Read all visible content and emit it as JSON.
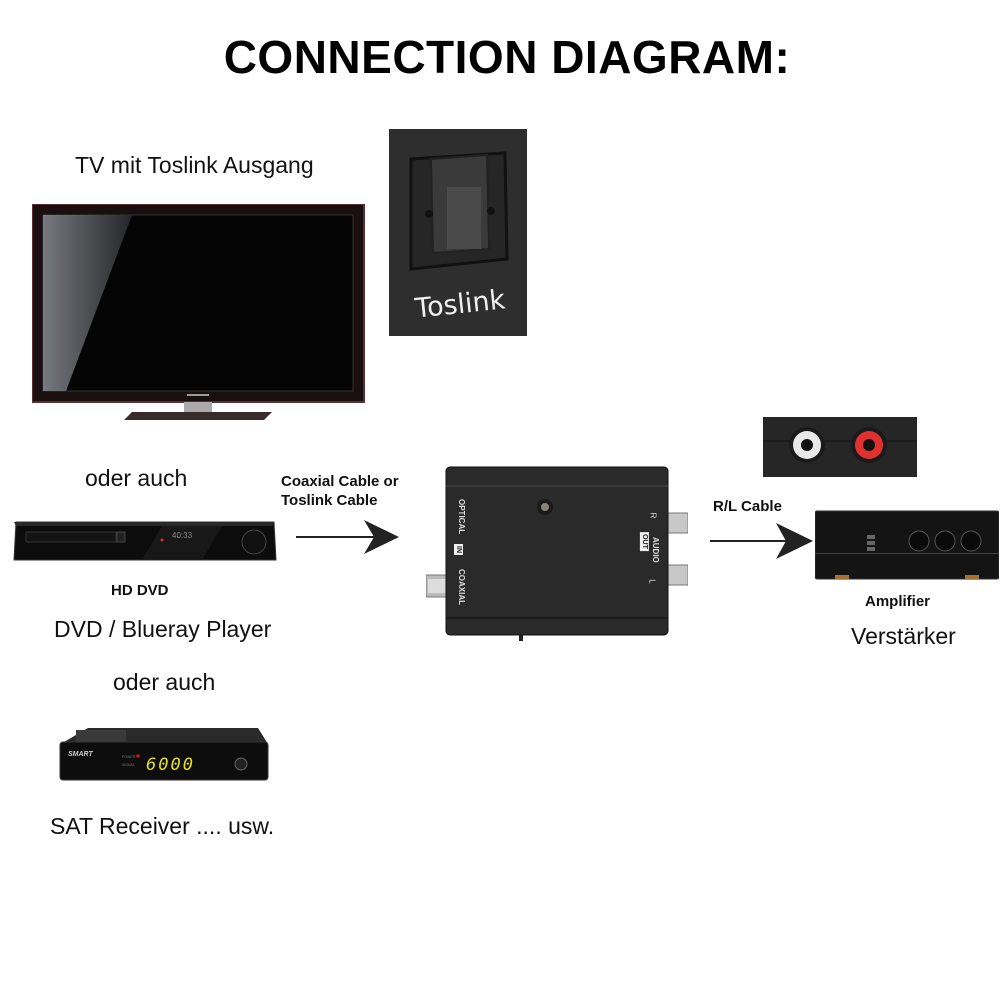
{
  "title": "CONNECTION DIAGRAM:",
  "sources": {
    "tv": {
      "label": "TV mit Toslink Ausgang"
    },
    "toslink_port": {
      "label": "Toslink"
    },
    "or_1": "oder auch",
    "dvd": {
      "model_label": "HD DVD",
      "label": "DVD / Blueray Player",
      "display": "40:33"
    },
    "or_2": "oder auch",
    "sat": {
      "label": "SAT Receiver .... usw.",
      "display": "6000",
      "brand": "SMART",
      "power_label": "POWER",
      "signal_label": "SIGNAL"
    }
  },
  "cables": {
    "input_cable": {
      "line1": "Coaxial Cable or",
      "line2": "Toslink Cable"
    },
    "output_cable": {
      "label": "R/L Cable"
    }
  },
  "converter": {
    "optical_label": "OPTICAL",
    "in_label": "IN",
    "coaxial_label": "COAXIAL",
    "out_label": "OUT",
    "audio_label": "AUDIO",
    "r_label": "R",
    "l_label": "L"
  },
  "amplifier": {
    "label_en": "Amplifier",
    "label_de": "Verstärker"
  },
  "colors": {
    "rca_left": "#e8e8e8",
    "rca_right": "#e03030",
    "sat_display": "#e8e020"
  }
}
